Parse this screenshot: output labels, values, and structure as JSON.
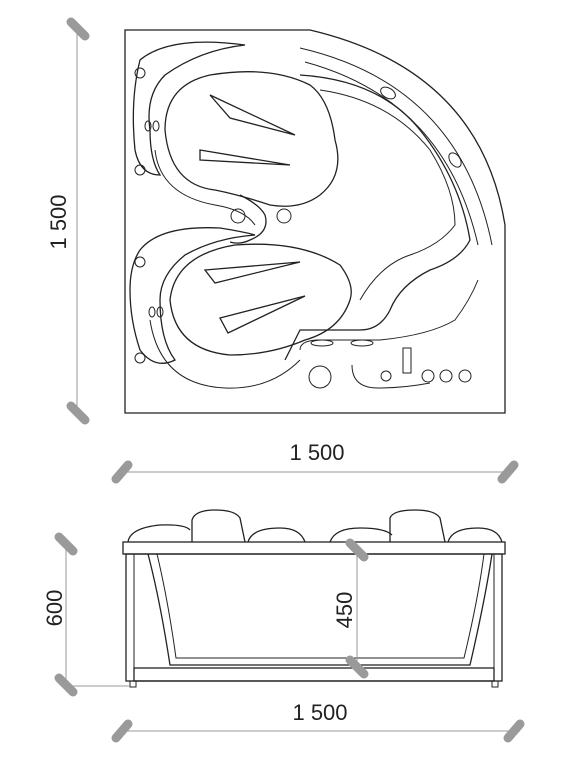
{
  "top_view": {
    "dimensions": {
      "height_label": "1 500",
      "width_label": "1 500"
    }
  },
  "side_view": {
    "dimensions": {
      "total_height_label": "600",
      "inner_depth_label": "450",
      "width_label": "1 500"
    }
  },
  "colors": {
    "line": "#222222",
    "dimension_tick": "#9a9a9a"
  }
}
